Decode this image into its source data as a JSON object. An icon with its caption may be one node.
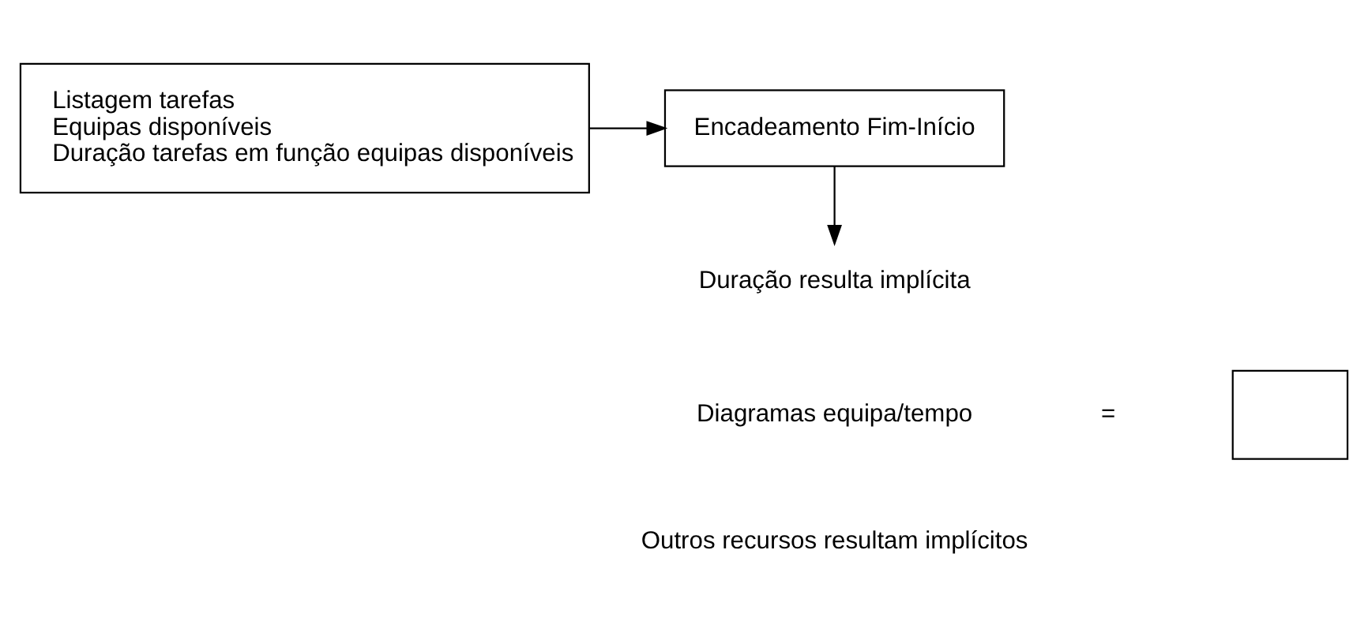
{
  "diagram": {
    "nodes": [
      {
        "text": [
          "Listagem tarefas",
          "Equipas disponíveis",
          "Duração tarefas em função equipas disponíveis"
        ]
      },
      {
        "text": [
          "Encadeamento Fim-Início"
        ]
      },
      {
        "text": [
          "Duração resulta implícita"
        ]
      },
      {
        "text": [],
        "shape": "box"
      }
    ],
    "edges": [
      {
        "from": 0,
        "to": 1,
        "arrow": "to"
      },
      {
        "from": 1,
        "to": 2,
        "arrow": "to"
      }
    ],
    "labels": [
      "Diagramas equipa/tempo",
      "=",
      "Outros recursos resultam implícitos"
    ]
  }
}
